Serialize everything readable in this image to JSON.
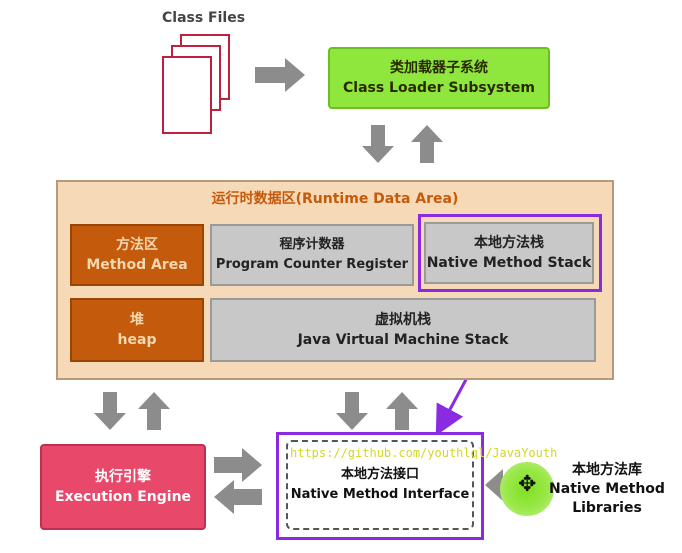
{
  "class_files": {
    "label": "Class Files"
  },
  "class_loader": {
    "line1": "类加载器子系统",
    "line2": "Class Loader Subsystem"
  },
  "runtime_area": {
    "title": "运行时数据区(Runtime Data Area)",
    "method_area": {
      "line1": "方法区",
      "line2": "Method Area"
    },
    "pc_register": {
      "line1": "程序计数器",
      "line2": "Program Counter Register"
    },
    "native_stack": {
      "line1": "本地方法栈",
      "line2": "Native Method Stack"
    },
    "heap": {
      "line1": "堆",
      "line2": "heap"
    },
    "jvm_stack": {
      "line1": "虚拟机栈",
      "line2": "Java Virtual Machine Stack"
    }
  },
  "execution_engine": {
    "line1": "执行引擎",
    "line2": "Execution Engine"
  },
  "native_interface": {
    "line1": "本地方法接口",
    "line2": "Native Method Interface"
  },
  "native_libraries": {
    "line1": "本地方法库",
    "line2": "Native Method",
    "line3": "Libraries"
  },
  "watermark": "https://github.com/youthlql/JavaYouth",
  "colors": {
    "class_loader_bg": "#8fe63c",
    "runtime_bg": "#f6d9b6",
    "execution_bg": "#e8496b",
    "highlight_purple": "#8a2be2",
    "arrow_gray": "#8c8c8c",
    "watermark": "#d2d82a"
  }
}
